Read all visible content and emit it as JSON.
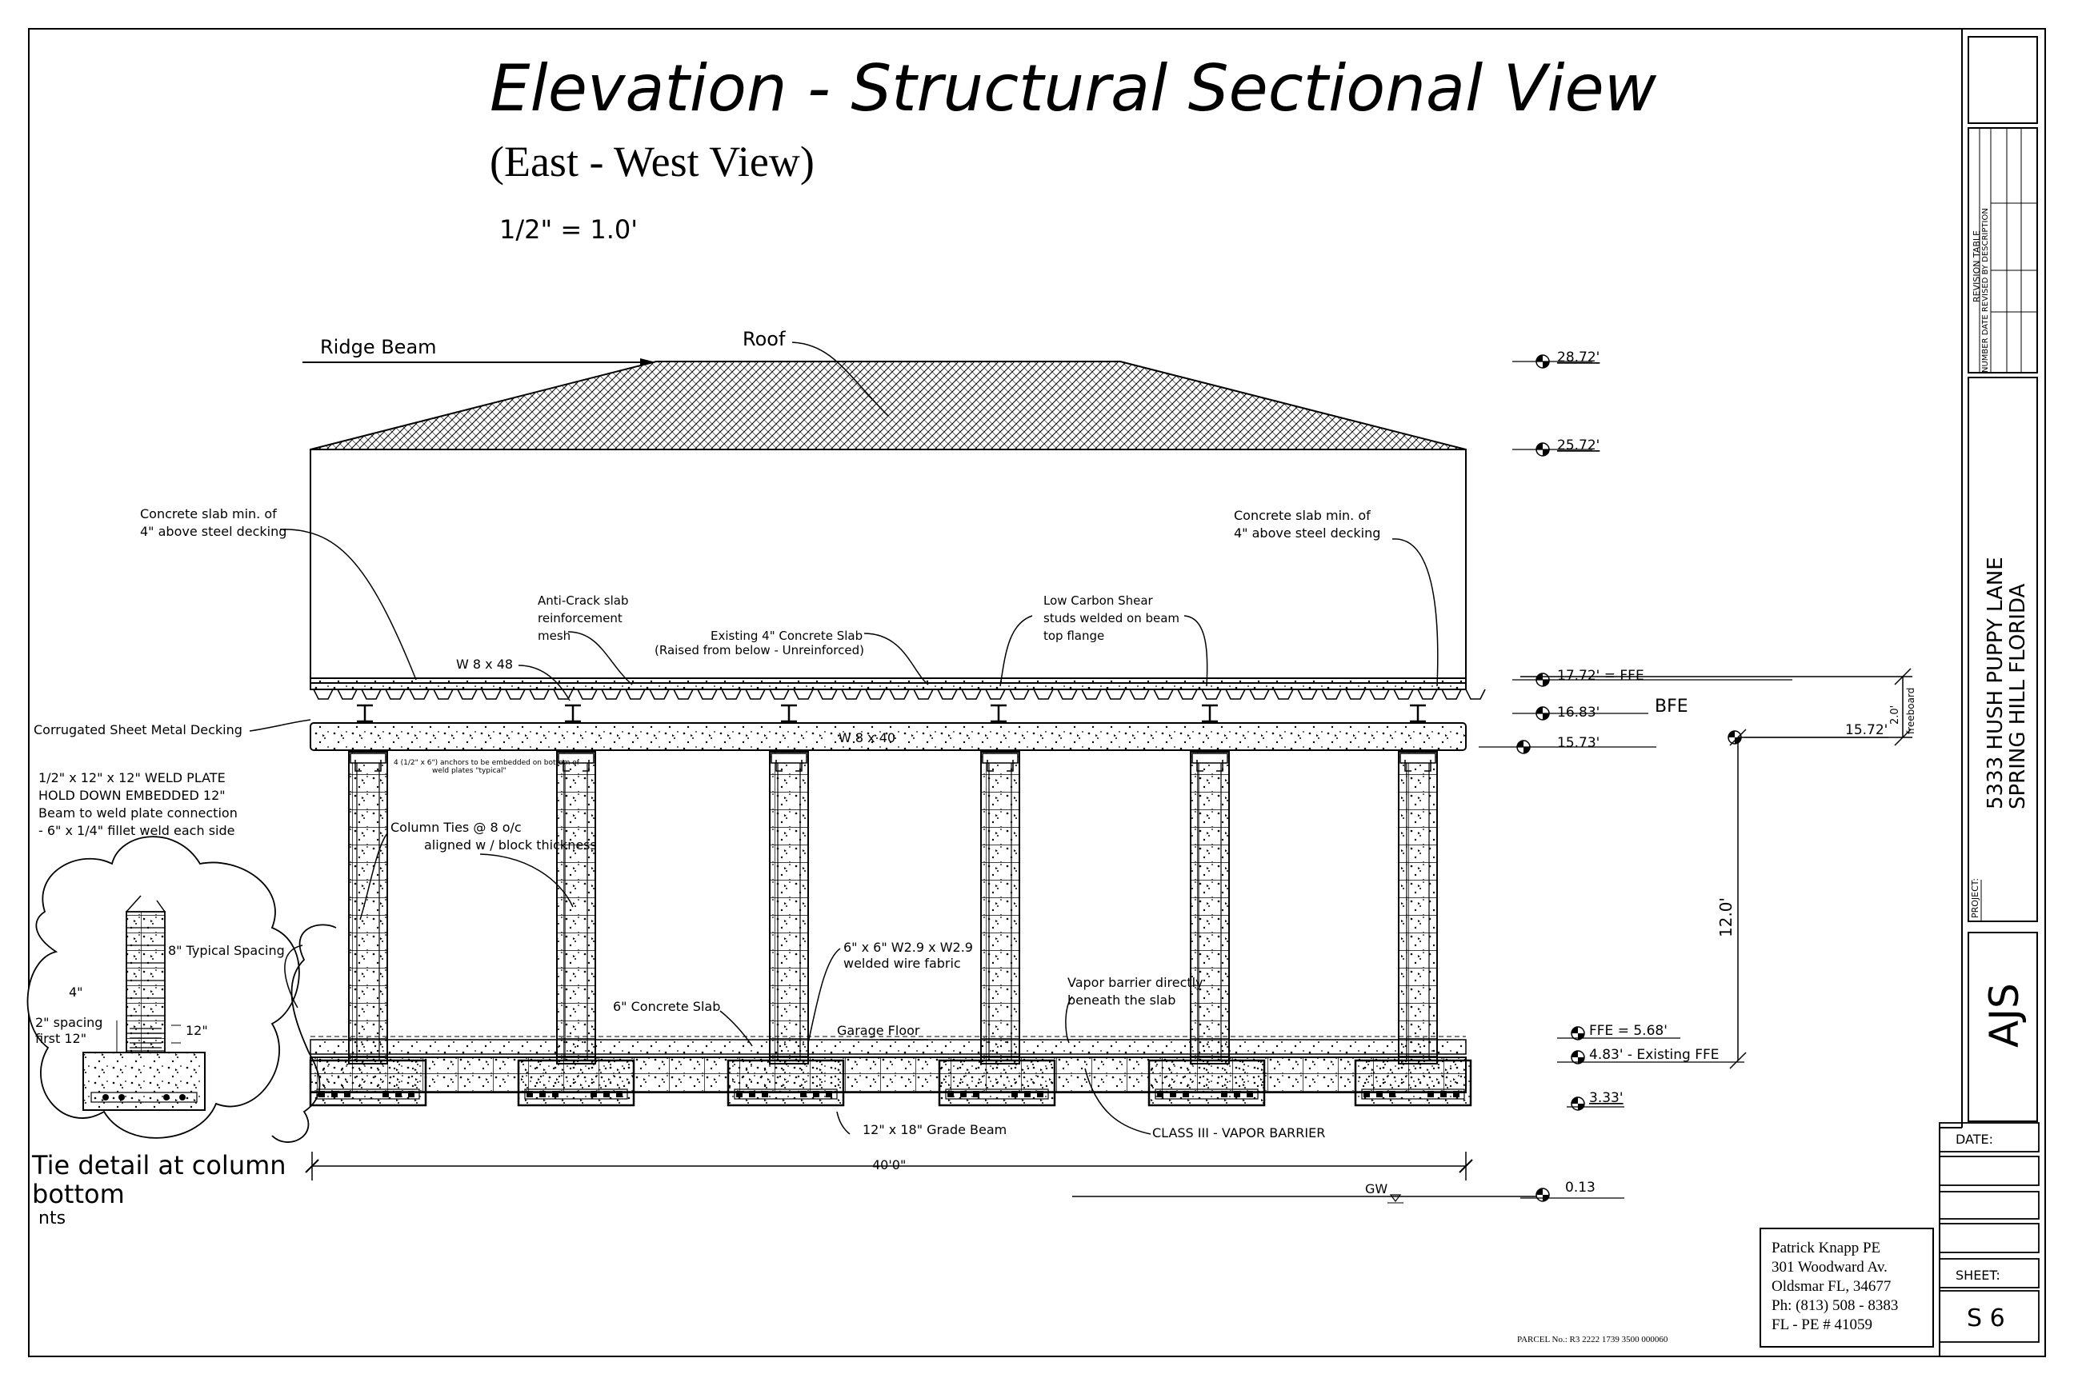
{
  "title": "Elevation - Structural Sectional View",
  "subtitle": "(East - West View)",
  "scale": "1/2\" = 1.0'",
  "labels": {
    "ridge_beam": "Ridge Beam",
    "roof": "Roof",
    "slab_left": [
      "Concrete slab min. of",
      "4\" above steel decking"
    ],
    "slab_right": [
      "Concrete slab min. of",
      "4\" above steel decking"
    ],
    "anti_crack": [
      "Anti-Crack slab",
      "reinforcement",
      "mesh"
    ],
    "existing_slab": [
      "Existing 4\" Concrete Slab",
      "(Raised from below - Unreinforced)"
    ],
    "shear_studs": [
      "Low Carbon Shear",
      "studs welded on beam",
      "top flange"
    ],
    "w8x48": "W 8 x 48",
    "w8x40": "W 8 x 40",
    "decking": "Corrugated Sheet Metal Decking",
    "weld_plate": [
      "1/2\" x 12\" x 12\" WELD PLATE",
      "HOLD DOWN EMBEDDED 12\"",
      "Beam to weld plate connection",
      "- 6\" x 1/4\" fillet weld each side"
    ],
    "anchors_note": [
      "4 (1/2\" x 6\") anchors to be embedded on bottom of",
      "weld plates \"typical\""
    ],
    "column_ties": [
      "Column Ties @ 8 o/c",
      "aligned w / block thickness"
    ],
    "wire_fabric": [
      "6\" x 6\" W2.9 x W2.9",
      "welded wire fabric"
    ],
    "vapor_direct": [
      "Vapor barrier directly",
      "beneath the slab"
    ],
    "concrete_slab_6": "6\" Concrete Slab",
    "garage_floor": "Garage Floor",
    "grade_beam": "12\" x 18\" Grade Beam",
    "vapor_class": "CLASS III - VAPOR BARRIER",
    "span": "40'0\"",
    "gw": "GW",
    "height_12": "12.0'",
    "freeboard": [
      "2.0'",
      "freeboard"
    ],
    "bfe": "BFE"
  },
  "elevations": [
    "28.72'",
    "25.72'",
    "17.72' = FFE",
    "16.83'",
    "15.73'",
    "15.72'",
    "FFE = 5.68'",
    "4.83' - Existing FFE",
    "3.33'",
    "0.13"
  ],
  "detail": {
    "typical_spacing": "8\" Typical Spacing",
    "dim_4": "4\"",
    "spacing_first": [
      "2\" spacing",
      "first 12\""
    ],
    "dim_12": "12\"",
    "caption": [
      "Tie detail at column",
      "bottom"
    ],
    "nts": "nts"
  },
  "title_block": {
    "revision_table": "REVISION TABLE",
    "revision_cols": "NUMBER DATE REVISED BY DESCRIPTION",
    "project_label": "PROJECT:",
    "project_lines": [
      "5333 HUSH PUPPY LANE",
      "SPRING HILL FLORIDA"
    ],
    "firm": "AJS",
    "date_label": "DATE:",
    "sheet_label": "SHEET:",
    "sheet_no": "S 6"
  },
  "engineer": [
    "Patrick Knapp PE",
    "301 Woodward Av.",
    "Oldsmar FL, 34677",
    "Ph: (813) 508 - 8383",
    "FL - PE # 41059"
  ],
  "parcel": "PARCEL No.: R3 2222 1739 3500 000060"
}
